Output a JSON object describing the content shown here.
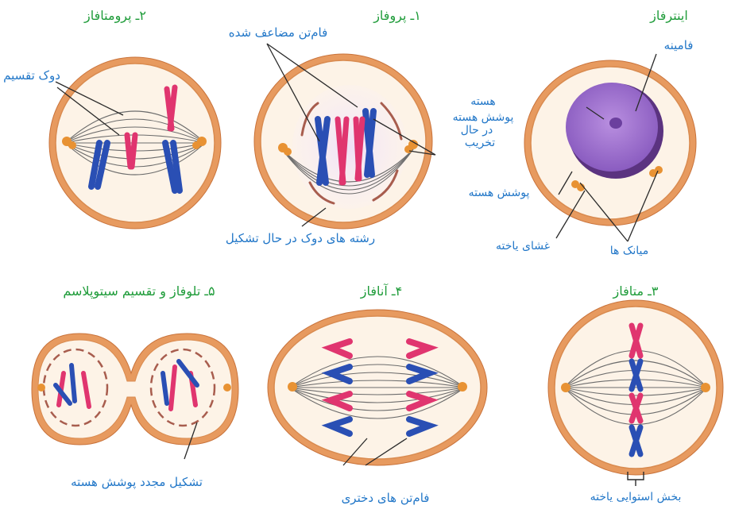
{
  "stages": {
    "interphase": "اینترفاز",
    "prophase": "۱ـ پروفاز",
    "prometaphase": "۲ـ پرومتافاز",
    "metaphase": "۳ـ متافاز",
    "anaphase": "۴ـ آنافاز",
    "telophase": "۵ـ تلوفاز و تقسیم سیتوپلاسم"
  },
  "labels": {
    "chromatin": "فامینه",
    "nucleus": "هسته",
    "nuclear_envelope_breaking_1": "پوشش هسته",
    "nuclear_envelope_breaking_2": "در حال",
    "nuclear_envelope_breaking_3": "تخریب",
    "duplicated_chromosome": "فام‌تن مضاعف شده",
    "spindle": "دوک تقسیم",
    "nuclear_envelope": "پوشش هسته",
    "cell_membrane": "غشای یاخته",
    "centrioles": "میانک ها",
    "forming_spindle": "رشته های دوک در حال تشکیل",
    "equatorial_region": "بخش استوایی یاخته",
    "daughter_chromosomes": "فام‌تن های دختری",
    "envelope_reformation": "تشکیل مجدد پوشش هسته"
  },
  "colors": {
    "stage_title": "#1f9c3a",
    "label": "#2277c8",
    "chromosome_red": "#e0356f",
    "chromosome_blue": "#2a4fb4",
    "cell_border": "#e79a5f",
    "nucleus_purple": "#7e4fb0"
  }
}
